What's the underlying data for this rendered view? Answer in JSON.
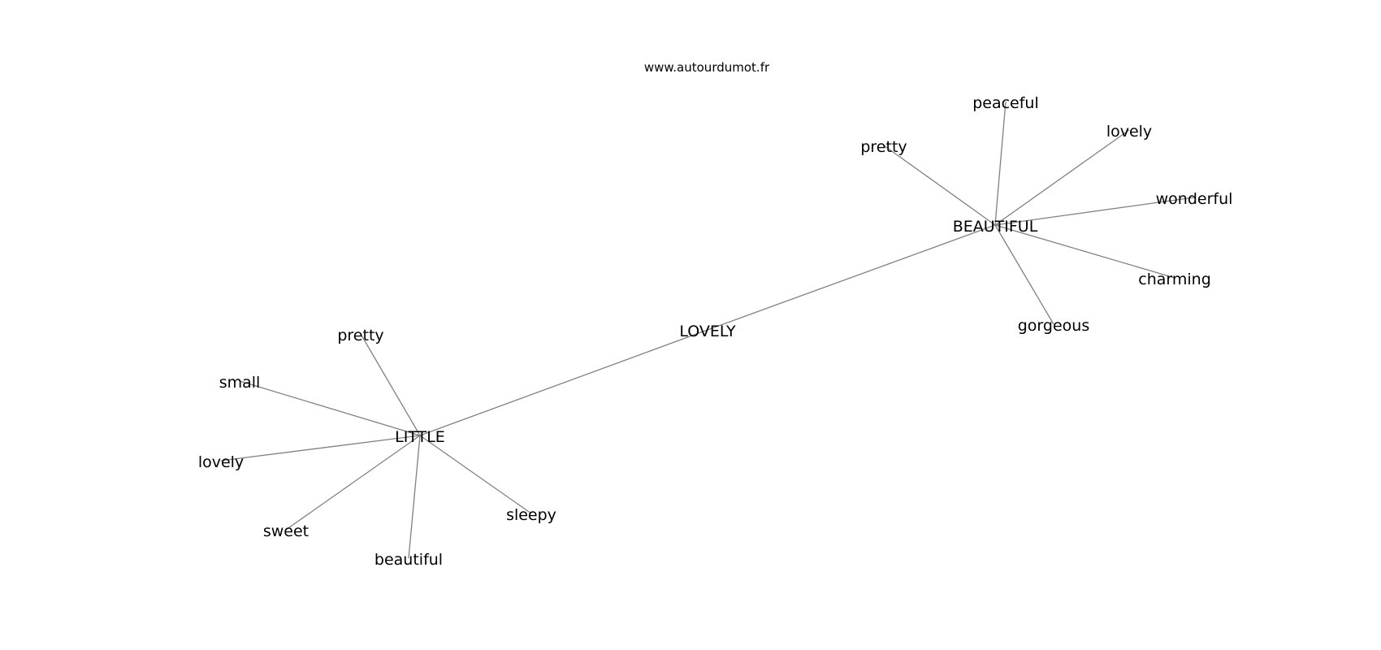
{
  "source": "www.autourdumot.fr",
  "colors": {
    "edge": "#808080",
    "text": "#000000",
    "background": "#ffffff"
  },
  "nodes": [
    {
      "id": "lovely_center",
      "label": "LOVELY"
    },
    {
      "id": "beautiful",
      "label": "BEAUTIFUL"
    },
    {
      "id": "little",
      "label": "LITTLE"
    },
    {
      "id": "b_peaceful",
      "label": "peaceful"
    },
    {
      "id": "b_pretty",
      "label": "pretty"
    },
    {
      "id": "b_lovely",
      "label": "lovely"
    },
    {
      "id": "b_wonderful",
      "label": "wonderful"
    },
    {
      "id": "b_charming",
      "label": "charming"
    },
    {
      "id": "b_gorgeous",
      "label": "gorgeous"
    },
    {
      "id": "l_pretty",
      "label": "pretty"
    },
    {
      "id": "l_small",
      "label": "small"
    },
    {
      "id": "l_lovely",
      "label": "lovely"
    },
    {
      "id": "l_sweet",
      "label": "sweet"
    },
    {
      "id": "l_beautiful",
      "label": "beautiful"
    },
    {
      "id": "l_sleepy",
      "label": "sleepy"
    }
  ],
  "edges": [
    [
      "lovely_center",
      "beautiful"
    ],
    [
      "lovely_center",
      "little"
    ],
    [
      "beautiful",
      "b_peaceful"
    ],
    [
      "beautiful",
      "b_pretty"
    ],
    [
      "beautiful",
      "b_lovely"
    ],
    [
      "beautiful",
      "b_wonderful"
    ],
    [
      "beautiful",
      "b_charming"
    ],
    [
      "beautiful",
      "b_gorgeous"
    ],
    [
      "little",
      "l_pretty"
    ],
    [
      "little",
      "l_small"
    ],
    [
      "little",
      "l_lovely"
    ],
    [
      "little",
      "l_sweet"
    ],
    [
      "little",
      "l_beautiful"
    ],
    [
      "little",
      "l_sleepy"
    ]
  ]
}
